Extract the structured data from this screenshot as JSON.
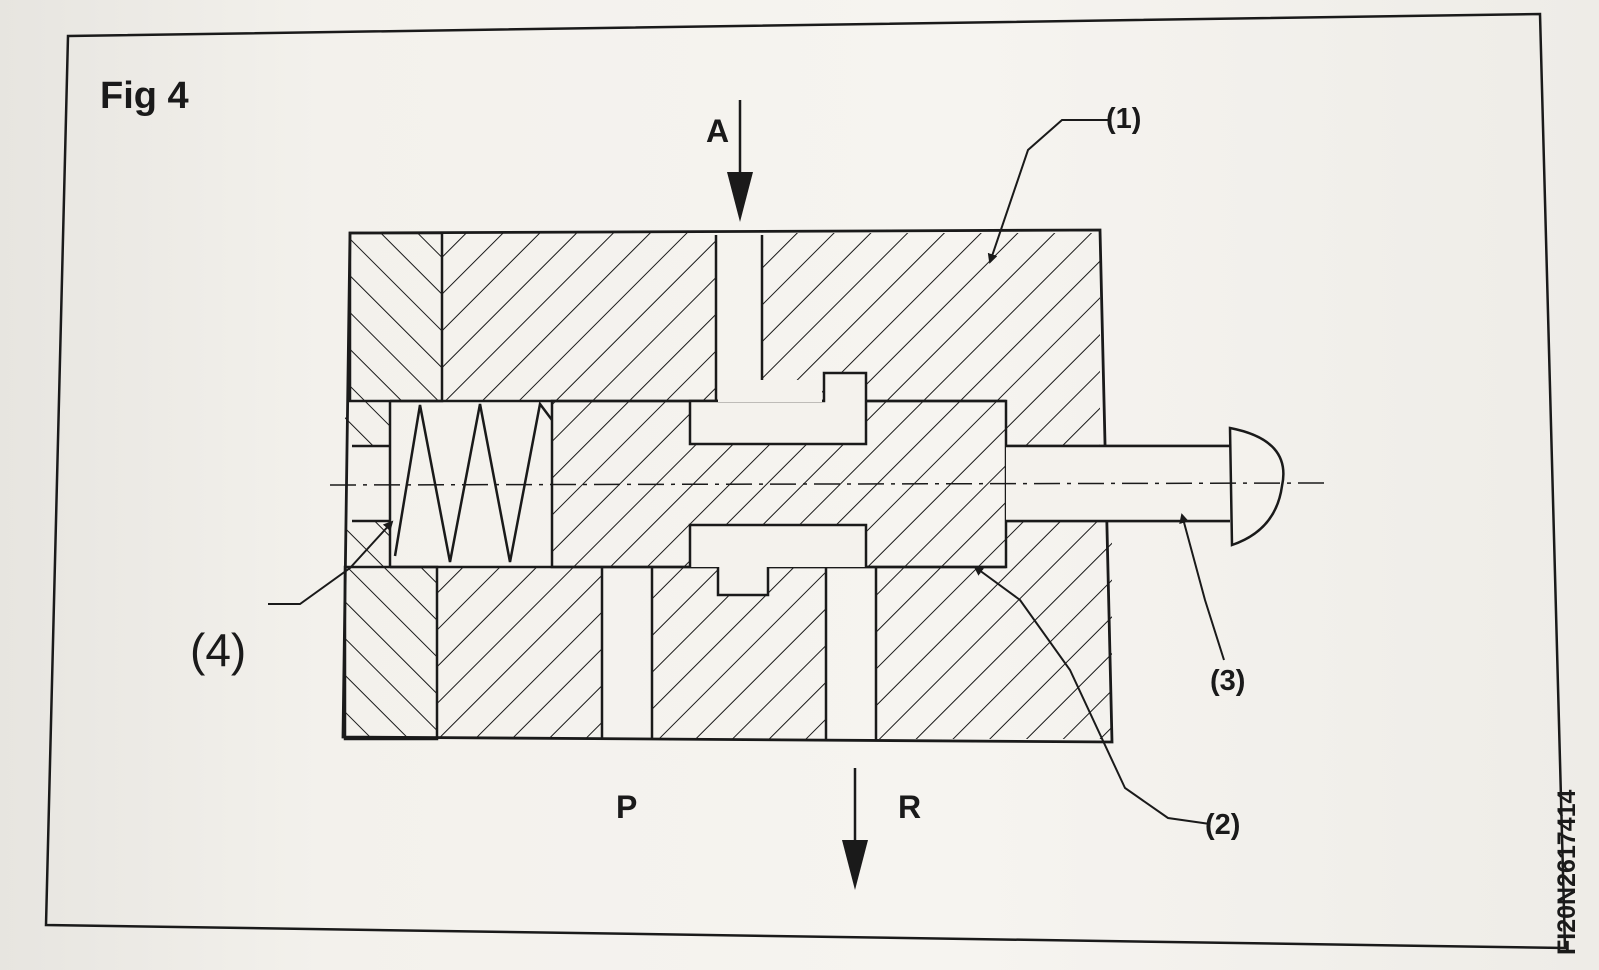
{
  "figure": {
    "title": "Fig 4",
    "code": "FI20N2617414"
  },
  "ports": {
    "a": "A",
    "p": "P",
    "r": "R"
  },
  "callouts": {
    "c1": "(1)",
    "c2": "(2)",
    "c3": "(3)",
    "c4": "(4)"
  },
  "colors": {
    "ink": "#1a1a1a",
    "paper": "#f4f2ed"
  }
}
